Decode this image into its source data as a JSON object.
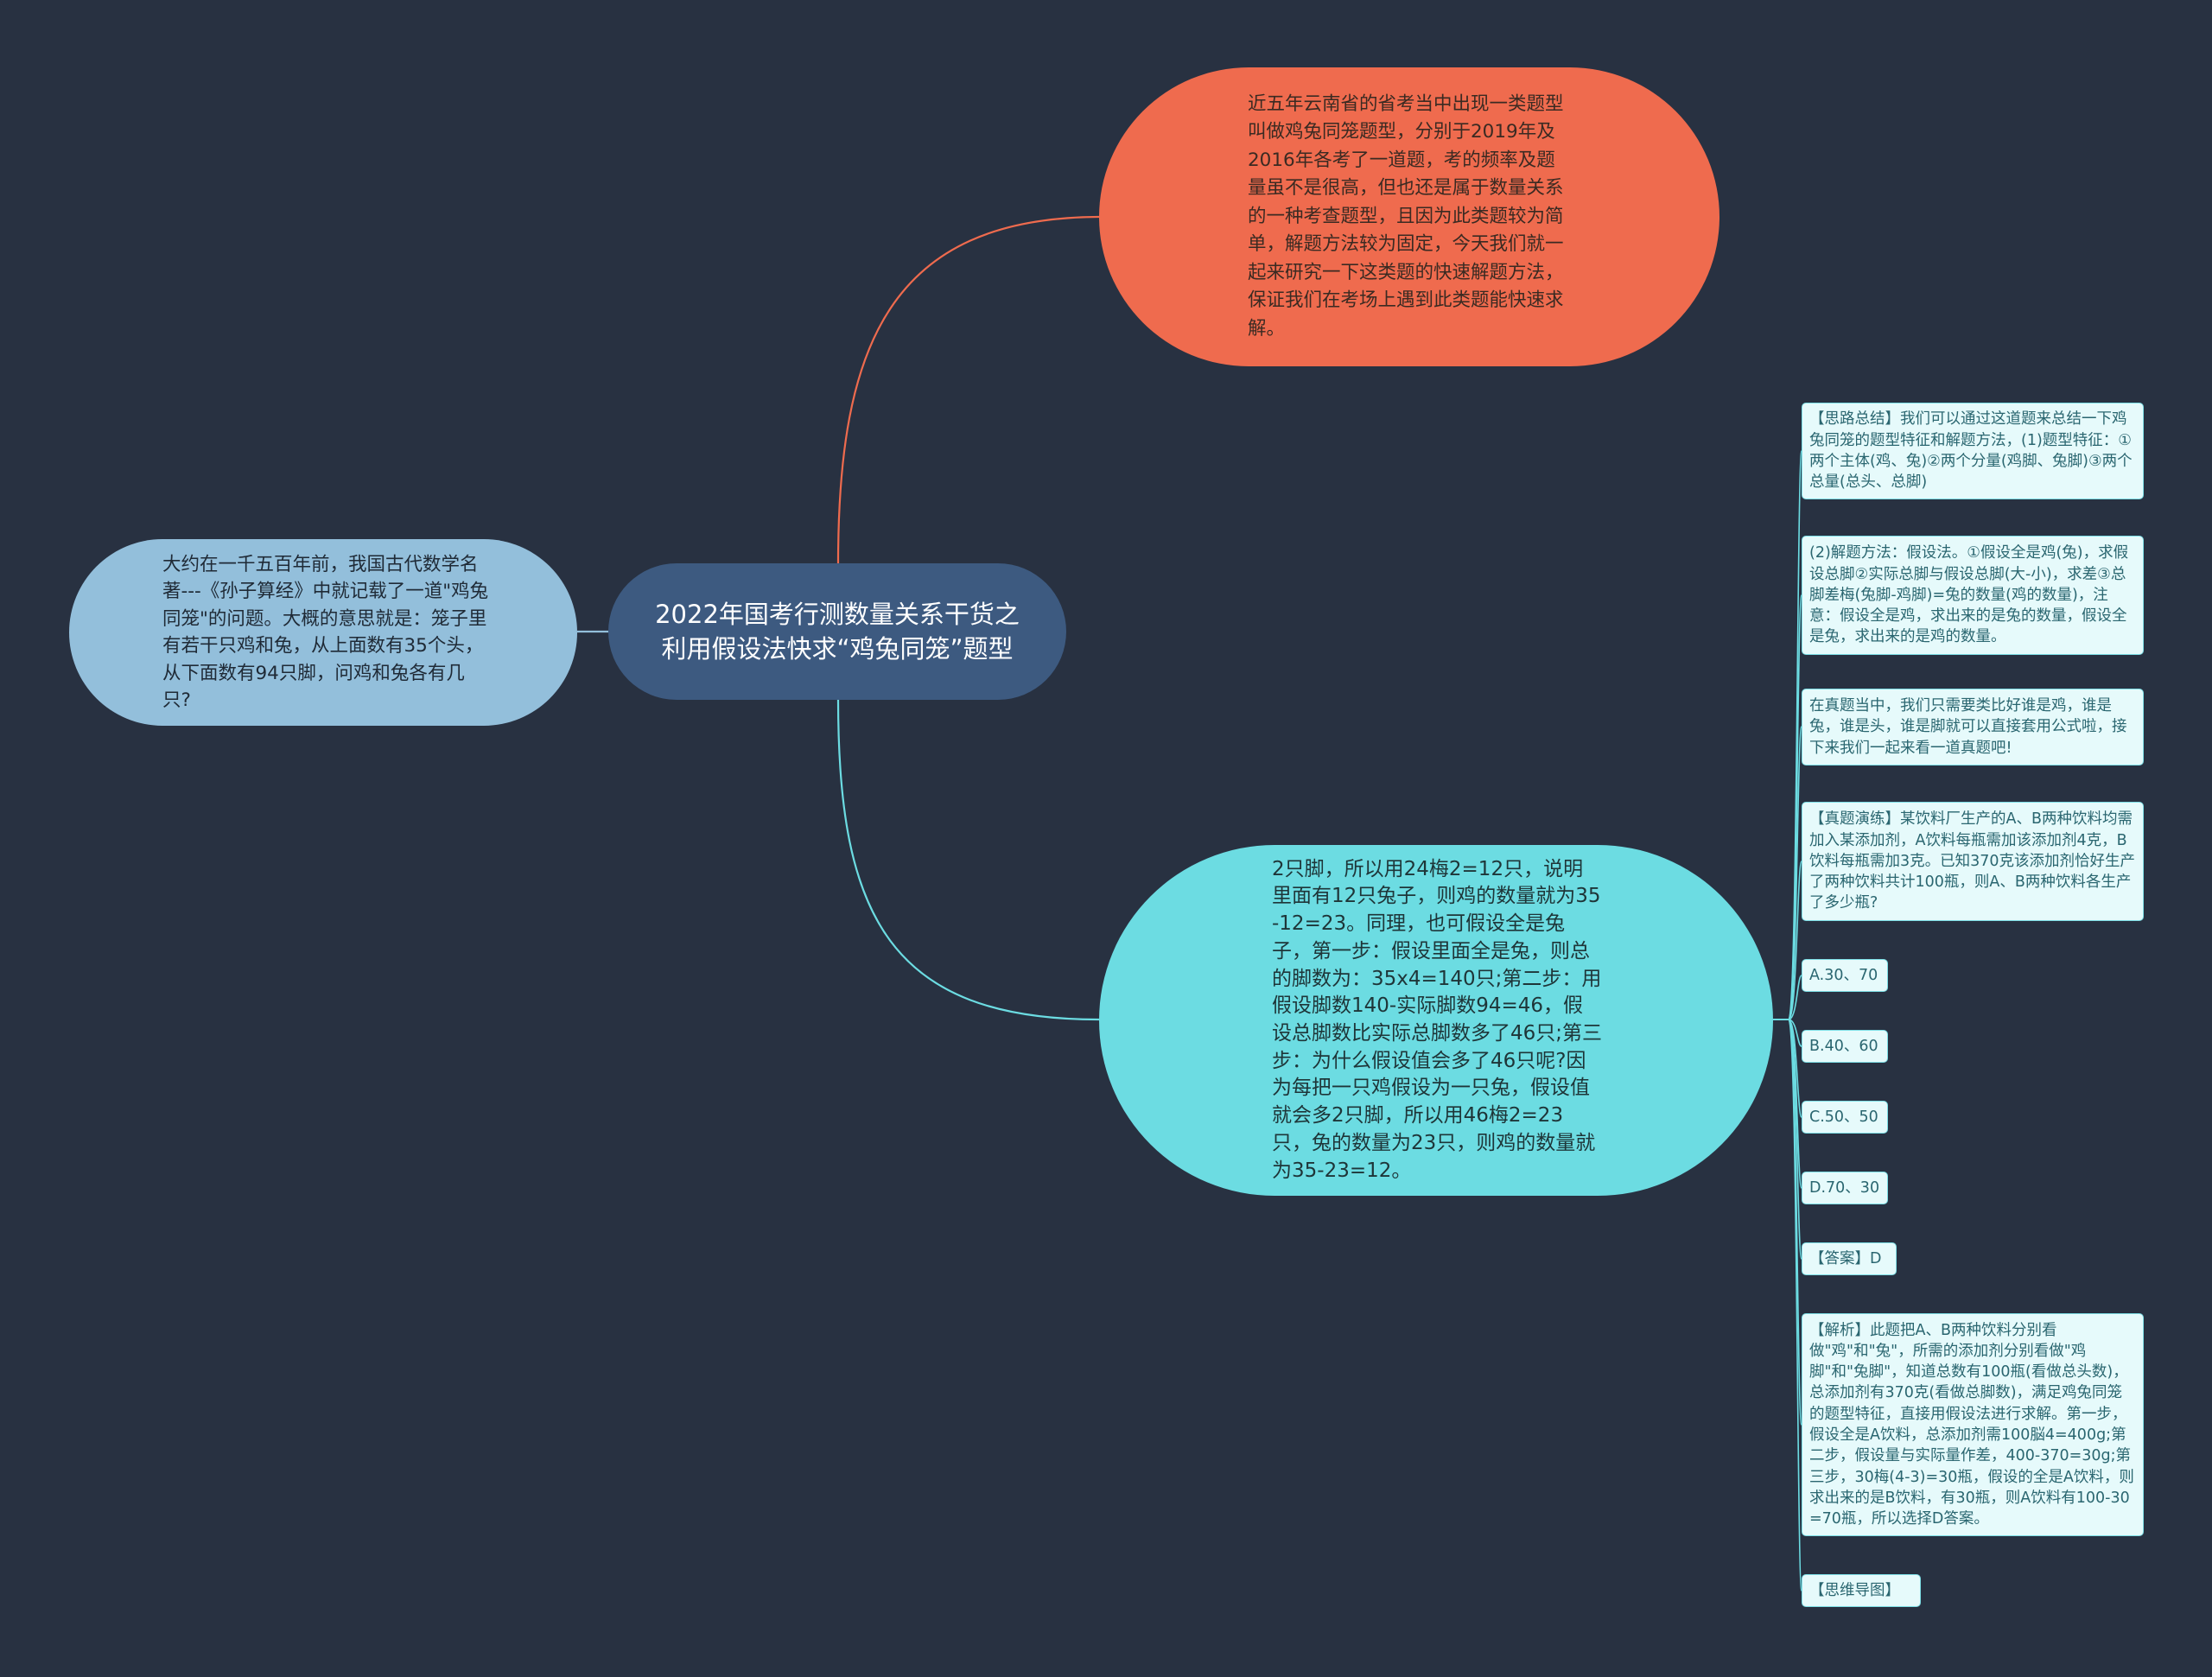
{
  "colors": {
    "background": "#283141",
    "center": "#3d5a80",
    "orange": "#ef6b4e",
    "left": "#93bfdb",
    "cyan": "#6cdce2",
    "leaf_fill": "#e6fafb",
    "leaf_border": "#7ddfe6"
  },
  "center": {
    "text": "2022年国考行测数量关系干货之利用假设法快求“鸡兔同笼”题型"
  },
  "intro": {
    "text": "近五年云南省的省考当中出现一类题型叫做鸡兔同笼题型，分别于2019年及2016年各考了一道题，考的频率及题量虽不是很高，但也还是属于数量关系的一种考查题型，且因为此类题较为简单，解题方法较为固定，今天我们就一起来研究一下这类题的快速解题方法，保证我们在考场上遇到此类题能快速求解。"
  },
  "history": {
    "text": "大约在一千五百年前，我国古代数学名著---《孙子算经》中就记载了一道\"鸡兔同笼\"的问题。大概的意思就是：笼子里有若干只鸡和兔，从上面数有35个头，从下面数有94只脚，问鸡和兔各有几只?"
  },
  "solution": {
    "text": "2只脚，所以用24梅2=12只，说明里面有12只兔子，则鸡的数量就为35-12=23。同理，也可假设全是兔子，第一步：假设里面全是兔，则总的脚数为：35x4=140只;第二步：用假设脚数140-实际脚数94=46，假设总脚数比实际总脚数多了46只;第三步：为什么假设值会多了46只呢?因为每把一只鸡假设为一只兔，假设值就会多2只脚，所以用46梅2=23只，兔的数量为23只，则鸡的数量就为35-23=12。"
  },
  "leaves": [
    "【思路总结】我们可以通过这道题来总结一下鸡兔同笼的题型特征和解题方法，(1)题型特征：①两个主体(鸡、兔)②两个分量(鸡脚、兔脚)③两个总量(总头、总脚)",
    "(2)解题方法：假设法。①假设全是鸡(兔)，求假设总脚②实际总脚与假设总脚(大-小)，求差③总脚差梅(兔脚-鸡脚)=兔的数量(鸡的数量)，注意：假设全是鸡，求出来的是兔的数量，假设全是兔，求出来的是鸡的数量。",
    "在真题当中，我们只需要类比好谁是鸡，谁是兔，谁是头，谁是脚就可以直接套用公式啦，接下来我们一起来看一道真题吧!",
    "【真题演练】某饮料厂生产的A、B两种饮料均需加入某添加剂，A饮料每瓶需加该添加剂4克，B饮料每瓶需加3克。已知370克该添加剂恰好生产了两种饮料共计100瓶，则A、B两种饮料各生产了多少瓶?",
    "A.30、70",
    "B.40、60",
    "C.50、50",
    "D.70、30",
    "【答案】D",
    "【解析】此题把A、B两种饮料分别看做\"鸡\"和\"兔\"，所需的添加剂分别看做\"鸡脚\"和\"兔脚\"，知道总数有100瓶(看做总头数)，总添加剂有370克(看做总脚数)，满足鸡兔同笼的题型特征，直接用假设法进行求解。第一步，假设全是A饮料，总添加剂需100脳4=400g;第二步，假设量与实际量作差，400-370=30g;第三步，30梅(4-3)=30瓶，假设的全是A饮料，则求出来的是B饮料，有30瓶，则A饮料有100-30=70瓶，所以选择D答案。",
    "【思维导图】"
  ]
}
